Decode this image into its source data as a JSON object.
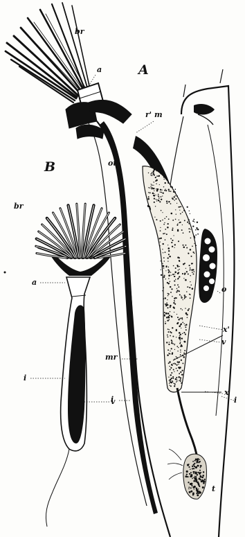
{
  "figure": {
    "panels": [
      {
        "id": "A",
        "label": "A"
      },
      {
        "id": "B",
        "label": "B"
      }
    ],
    "labels": {
      "br_a": "br",
      "a_a": "a",
      "rm": "r' m",
      "ot": "ot",
      "mr": "mr",
      "i_left": "i",
      "o": "o",
      "x1": "x'",
      "v_a": "v",
      "i_right": "i",
      "x": "x",
      "t": "t",
      "br_b": "br",
      "a_b": "a",
      "i_b": "i",
      "v_b": "v"
    }
  },
  "colors": {
    "ink": "#111111",
    "paper": "#fdfdfb"
  }
}
